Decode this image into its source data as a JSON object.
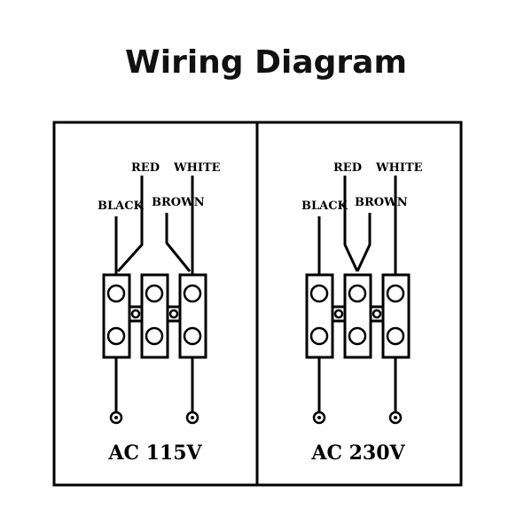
{
  "title": "Wiring Diagram",
  "panels": [
    {
      "wires": {
        "black": "BLACK",
        "red": "RED",
        "brown": "BROWN",
        "white": "WHITE"
      },
      "voltage": "AC 115V"
    },
    {
      "wires": {
        "black": "BLACK",
        "red": "RED",
        "brown": "BROWN",
        "white": "WHITE"
      },
      "voltage": "AC 230V"
    }
  ],
  "colors": {
    "ink": "#000000",
    "background": "#ffffff"
  }
}
